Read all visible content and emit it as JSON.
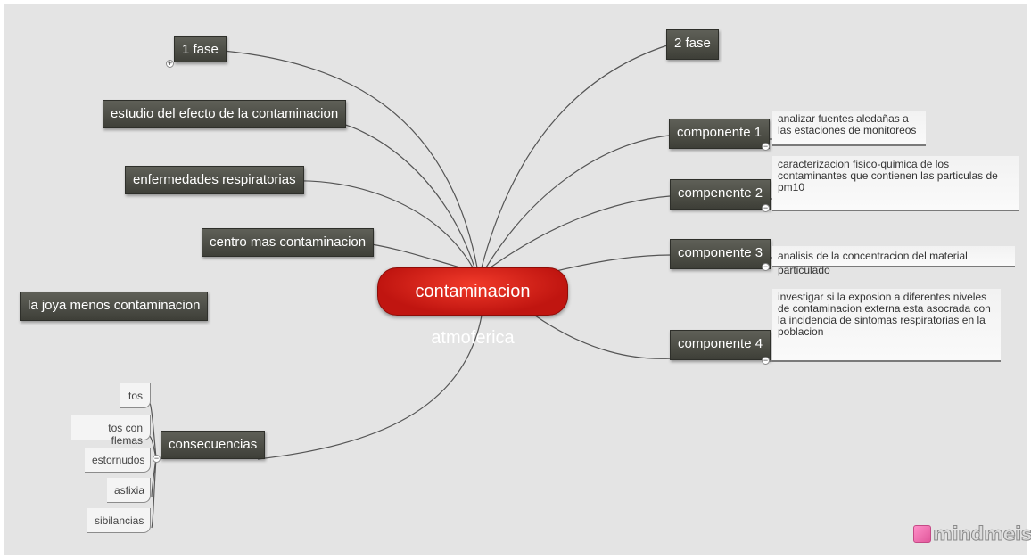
{
  "central": "contaminacion atmoferica",
  "left_topics": {
    "fase1": "1 fase",
    "estudio": "estudio del efecto de la contaminacion",
    "enfermedades": "enfermedades respiratorias",
    "centro": "centro mas contaminacion",
    "joya": "la joya menos contaminacion",
    "consecuencias": "consecuencias"
  },
  "right_topics": {
    "fase2": "2  fase",
    "comp1": "componente 1",
    "comp2": "compenente 2",
    "comp3": "componente 3",
    "comp4": "componente 4"
  },
  "notes": {
    "comp1": "analizar fuentes aledañas a las estaciones de monitoreos",
    "comp2": "caracterizacion fisico-quimica de los contaminantes que contienen las particulas de pm10",
    "comp3": "analisis de la concentracion del material particulado",
    "comp4": "investigar si la exposion a diferentes niveles de contaminacion externa esta asocrada con la incidencia de sintomas respiratorias en la poblacion"
  },
  "consecuencias_items": [
    "tos",
    "tos con flemas",
    "estornudos",
    "asfixia",
    "sibilancias"
  ],
  "toggles": {
    "expand": "+",
    "collapse": "−"
  },
  "logo": {
    "text": "mindmeister",
    "icon": "mindmeister-logo-icon"
  },
  "colors": {
    "central": "#d41d14",
    "topic": "#4a4b44",
    "canvas": "#e4e4e4",
    "line": "#555555"
  }
}
